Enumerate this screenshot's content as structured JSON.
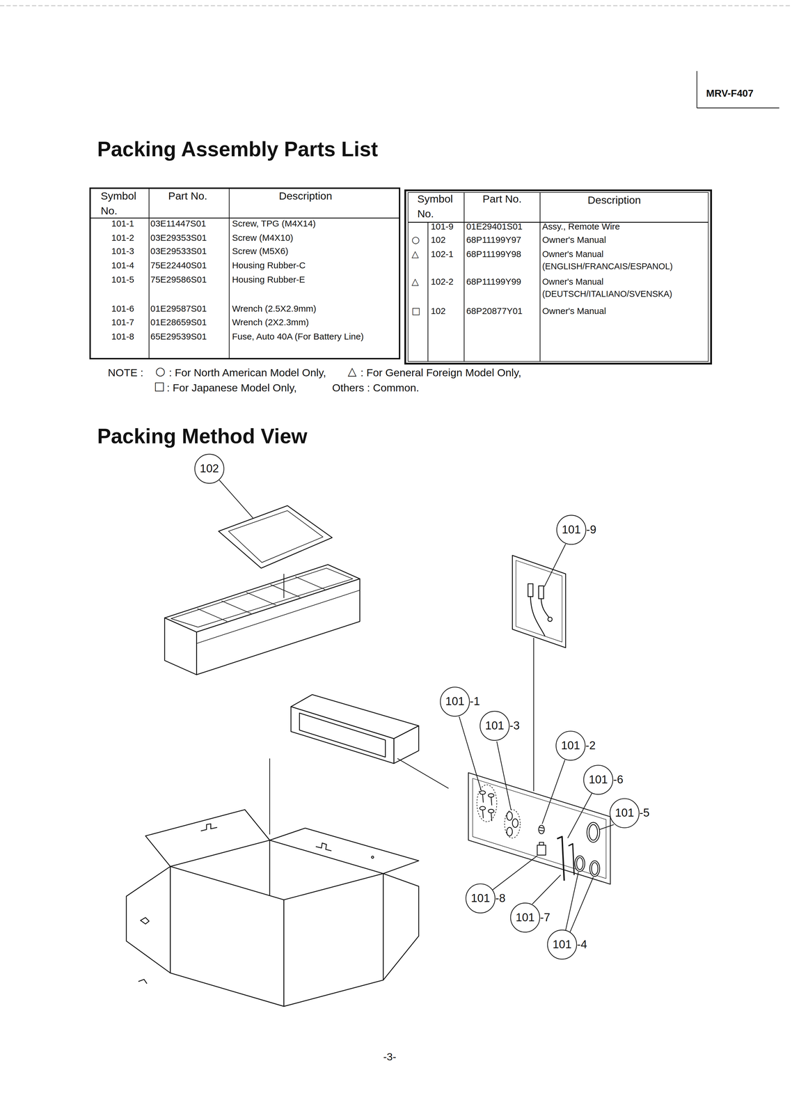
{
  "diagram": {
    "title": "Packing Assembly Parts List",
    "nodes": [
      {
        "text": [
          "102"
        ]
      },
      {
        "text": [
          "101",
          "-9"
        ]
      },
      {
        "text": [
          "101",
          "-1"
        ]
      },
      {
        "text": [
          "101",
          "-3"
        ]
      },
      {
        "text": [
          "101",
          "-2"
        ]
      },
      {
        "text": [
          "101",
          "-6"
        ]
      },
      {
        "text": [
          "101",
          "-5"
        ]
      },
      {
        "text": [
          "101",
          "-8"
        ]
      },
      {
        "text": [
          "101",
          "-7"
        ]
      },
      {
        "text": [
          "101",
          "-4"
        ]
      }
    ],
    "labels": [
      "MRV-F407",
      "Symbol No.",
      "Part No.",
      "Description",
      "101-1",
      "03E11447S01",
      "Screw, TPG (M4X14)",
      "101-2",
      "03E29353S01",
      "Screw (M4X10)",
      "101-3",
      "03E29533S01",
      "Screw (M5X6)",
      "101-4",
      "75E22440S01",
      "Housing Rubber-C",
      "101-5",
      "75E29586S01",
      "Housing Rubber-E",
      "101-6",
      "01E29587S01",
      "Wrench (2.5X2.9mm)",
      "101-7",
      "01E28659S01",
      "Wrench (2X2.3mm)",
      "101-8",
      "65E29539S01",
      "Fuse, Auto 40A (For Battery Line)",
      "Symbol No.",
      "Part No.",
      "Description",
      "101-9",
      "01E29401S01",
      "Assy., Remote Wire",
      "○",
      "102",
      "68P11199Y97",
      "Owner's Manual",
      "△",
      "102-1",
      "68P11199Y98",
      "Owner's Manual (ENGLISH/FRANCAIS/ESPANOL)",
      "△",
      "102-2",
      "68P11199Y99",
      "Owner's Manual (DEUTSCH/ITALIANO/SVENSKA)",
      "□",
      "102",
      "68P20877Y01",
      "Owner's Manual",
      "NOTE :",
      "○",
      ": For North American Model Only,",
      "△",
      ": For General Foreign Model Only,",
      "□",
      ": For Japanese Model Only,",
      "Others : Common.",
      "Packing Method View",
      "-3-"
    ]
  }
}
